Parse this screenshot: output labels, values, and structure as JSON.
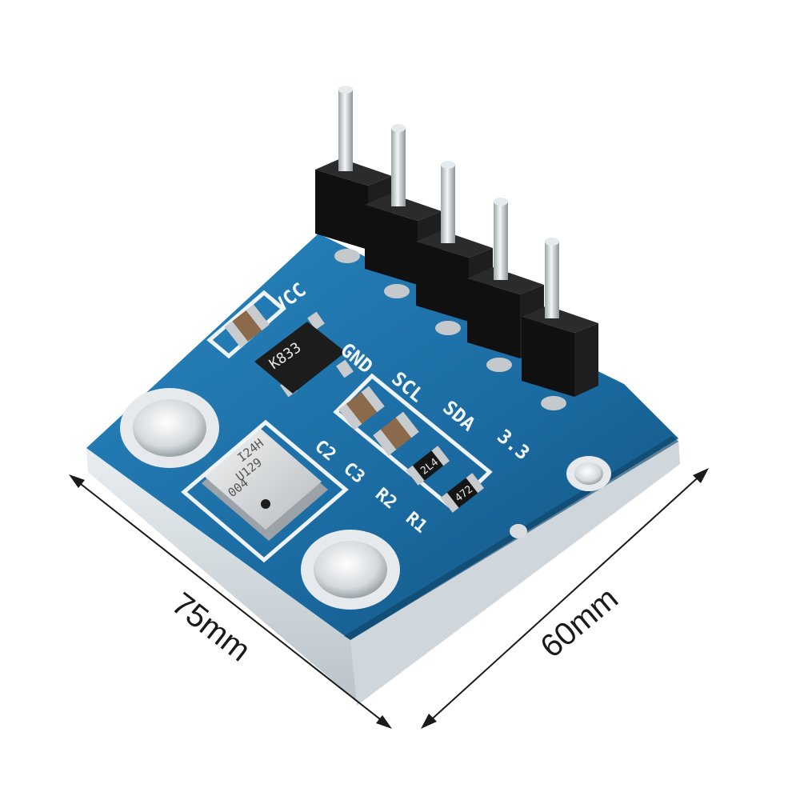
{
  "dimensions": {
    "width_label": "75mm",
    "depth_label": "60mm"
  },
  "pin_labels": [
    "VCC",
    "GND",
    "SCL",
    "SDA",
    "3.3"
  ],
  "regulator_marking": "K833",
  "sensor_marking": [
    "I24H",
    "U129",
    "004"
  ],
  "resistor_values": [
    "2L4",
    "472"
  ],
  "silkscreen_refs": [
    "C2",
    "C3",
    "R2",
    "R1"
  ],
  "colors": {
    "pcb": "#1f6fa3",
    "pcb_dark": "#134c75",
    "pad": "#d9dde0",
    "header": "#1b1b1b",
    "pin": "#cfd3d6"
  }
}
